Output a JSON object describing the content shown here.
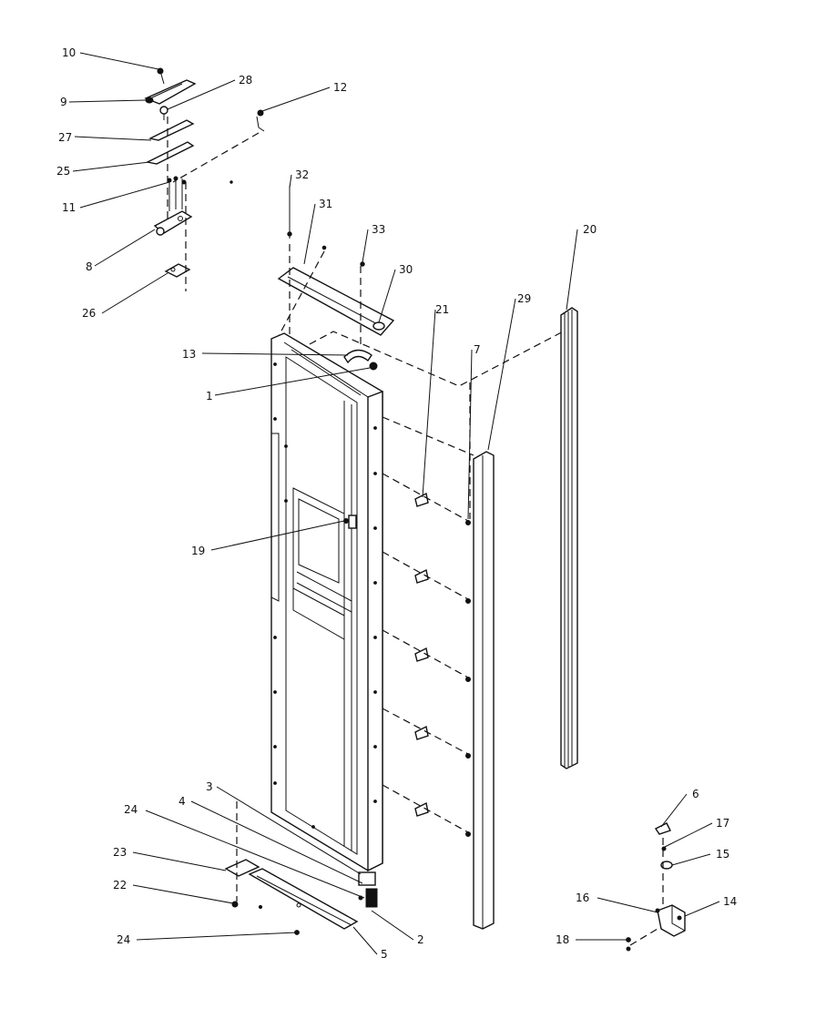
{
  "callouts": [
    {
      "id": "10",
      "label": "10"
    },
    {
      "id": "28",
      "label": "28"
    },
    {
      "id": "9",
      "label": "9"
    },
    {
      "id": "12",
      "label": "12"
    },
    {
      "id": "27",
      "label": "27"
    },
    {
      "id": "25",
      "label": "25"
    },
    {
      "id": "11",
      "label": "11"
    },
    {
      "id": "32",
      "label": "32"
    },
    {
      "id": "31",
      "label": "31"
    },
    {
      "id": "33",
      "label": "33"
    },
    {
      "id": "8",
      "label": "8"
    },
    {
      "id": "30",
      "label": "30"
    },
    {
      "id": "20",
      "label": "20"
    },
    {
      "id": "26",
      "label": "26"
    },
    {
      "id": "29",
      "label": "29"
    },
    {
      "id": "21",
      "label": "21"
    },
    {
      "id": "13",
      "label": "13"
    },
    {
      "id": "7",
      "label": "7"
    },
    {
      "id": "1",
      "label": "1"
    },
    {
      "id": "19",
      "label": "19"
    },
    {
      "id": "6",
      "label": "6"
    },
    {
      "id": "3",
      "label": "3"
    },
    {
      "id": "24a",
      "label": "24"
    },
    {
      "id": "4",
      "label": "4"
    },
    {
      "id": "17",
      "label": "17"
    },
    {
      "id": "23",
      "label": "23"
    },
    {
      "id": "15",
      "label": "15"
    },
    {
      "id": "22",
      "label": "22"
    },
    {
      "id": "16",
      "label": "16"
    },
    {
      "id": "14",
      "label": "14"
    },
    {
      "id": "24b",
      "label": "24"
    },
    {
      "id": "2",
      "label": "2"
    },
    {
      "id": "18",
      "label": "18"
    },
    {
      "id": "5",
      "label": "5"
    }
  ]
}
